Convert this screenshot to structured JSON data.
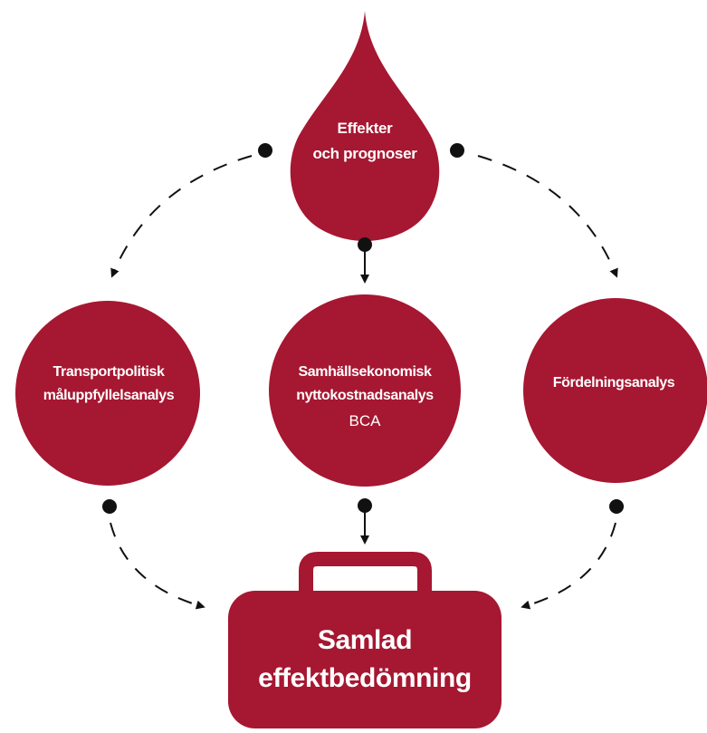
{
  "colors": {
    "shape_fill": "#A61731",
    "text": "#FFFFFF",
    "connector": "#111111"
  },
  "nodes": {
    "effects": {
      "line1": "Effekter",
      "line2": "och prognoser"
    },
    "transport": {
      "line1": "Transportpolitisk",
      "line2": "måluppfyllelsanalys"
    },
    "cba": {
      "line1": "Samhällsekonomisk",
      "line2": "nyttokostnadsanalys",
      "line3": "BCA"
    },
    "distribution": {
      "line1": "Fördelningsanalys"
    },
    "summary": {
      "line1": "Samlad",
      "line2": "effektbedömning"
    }
  },
  "edges": [
    {
      "from": "effects",
      "to": "transport",
      "style": "dashed"
    },
    {
      "from": "effects",
      "to": "cba",
      "style": "solid"
    },
    {
      "from": "effects",
      "to": "distribution",
      "style": "dashed"
    },
    {
      "from": "transport",
      "to": "summary",
      "style": "dashed"
    },
    {
      "from": "cba",
      "to": "summary",
      "style": "solid"
    },
    {
      "from": "distribution",
      "to": "summary",
      "style": "dashed"
    }
  ]
}
